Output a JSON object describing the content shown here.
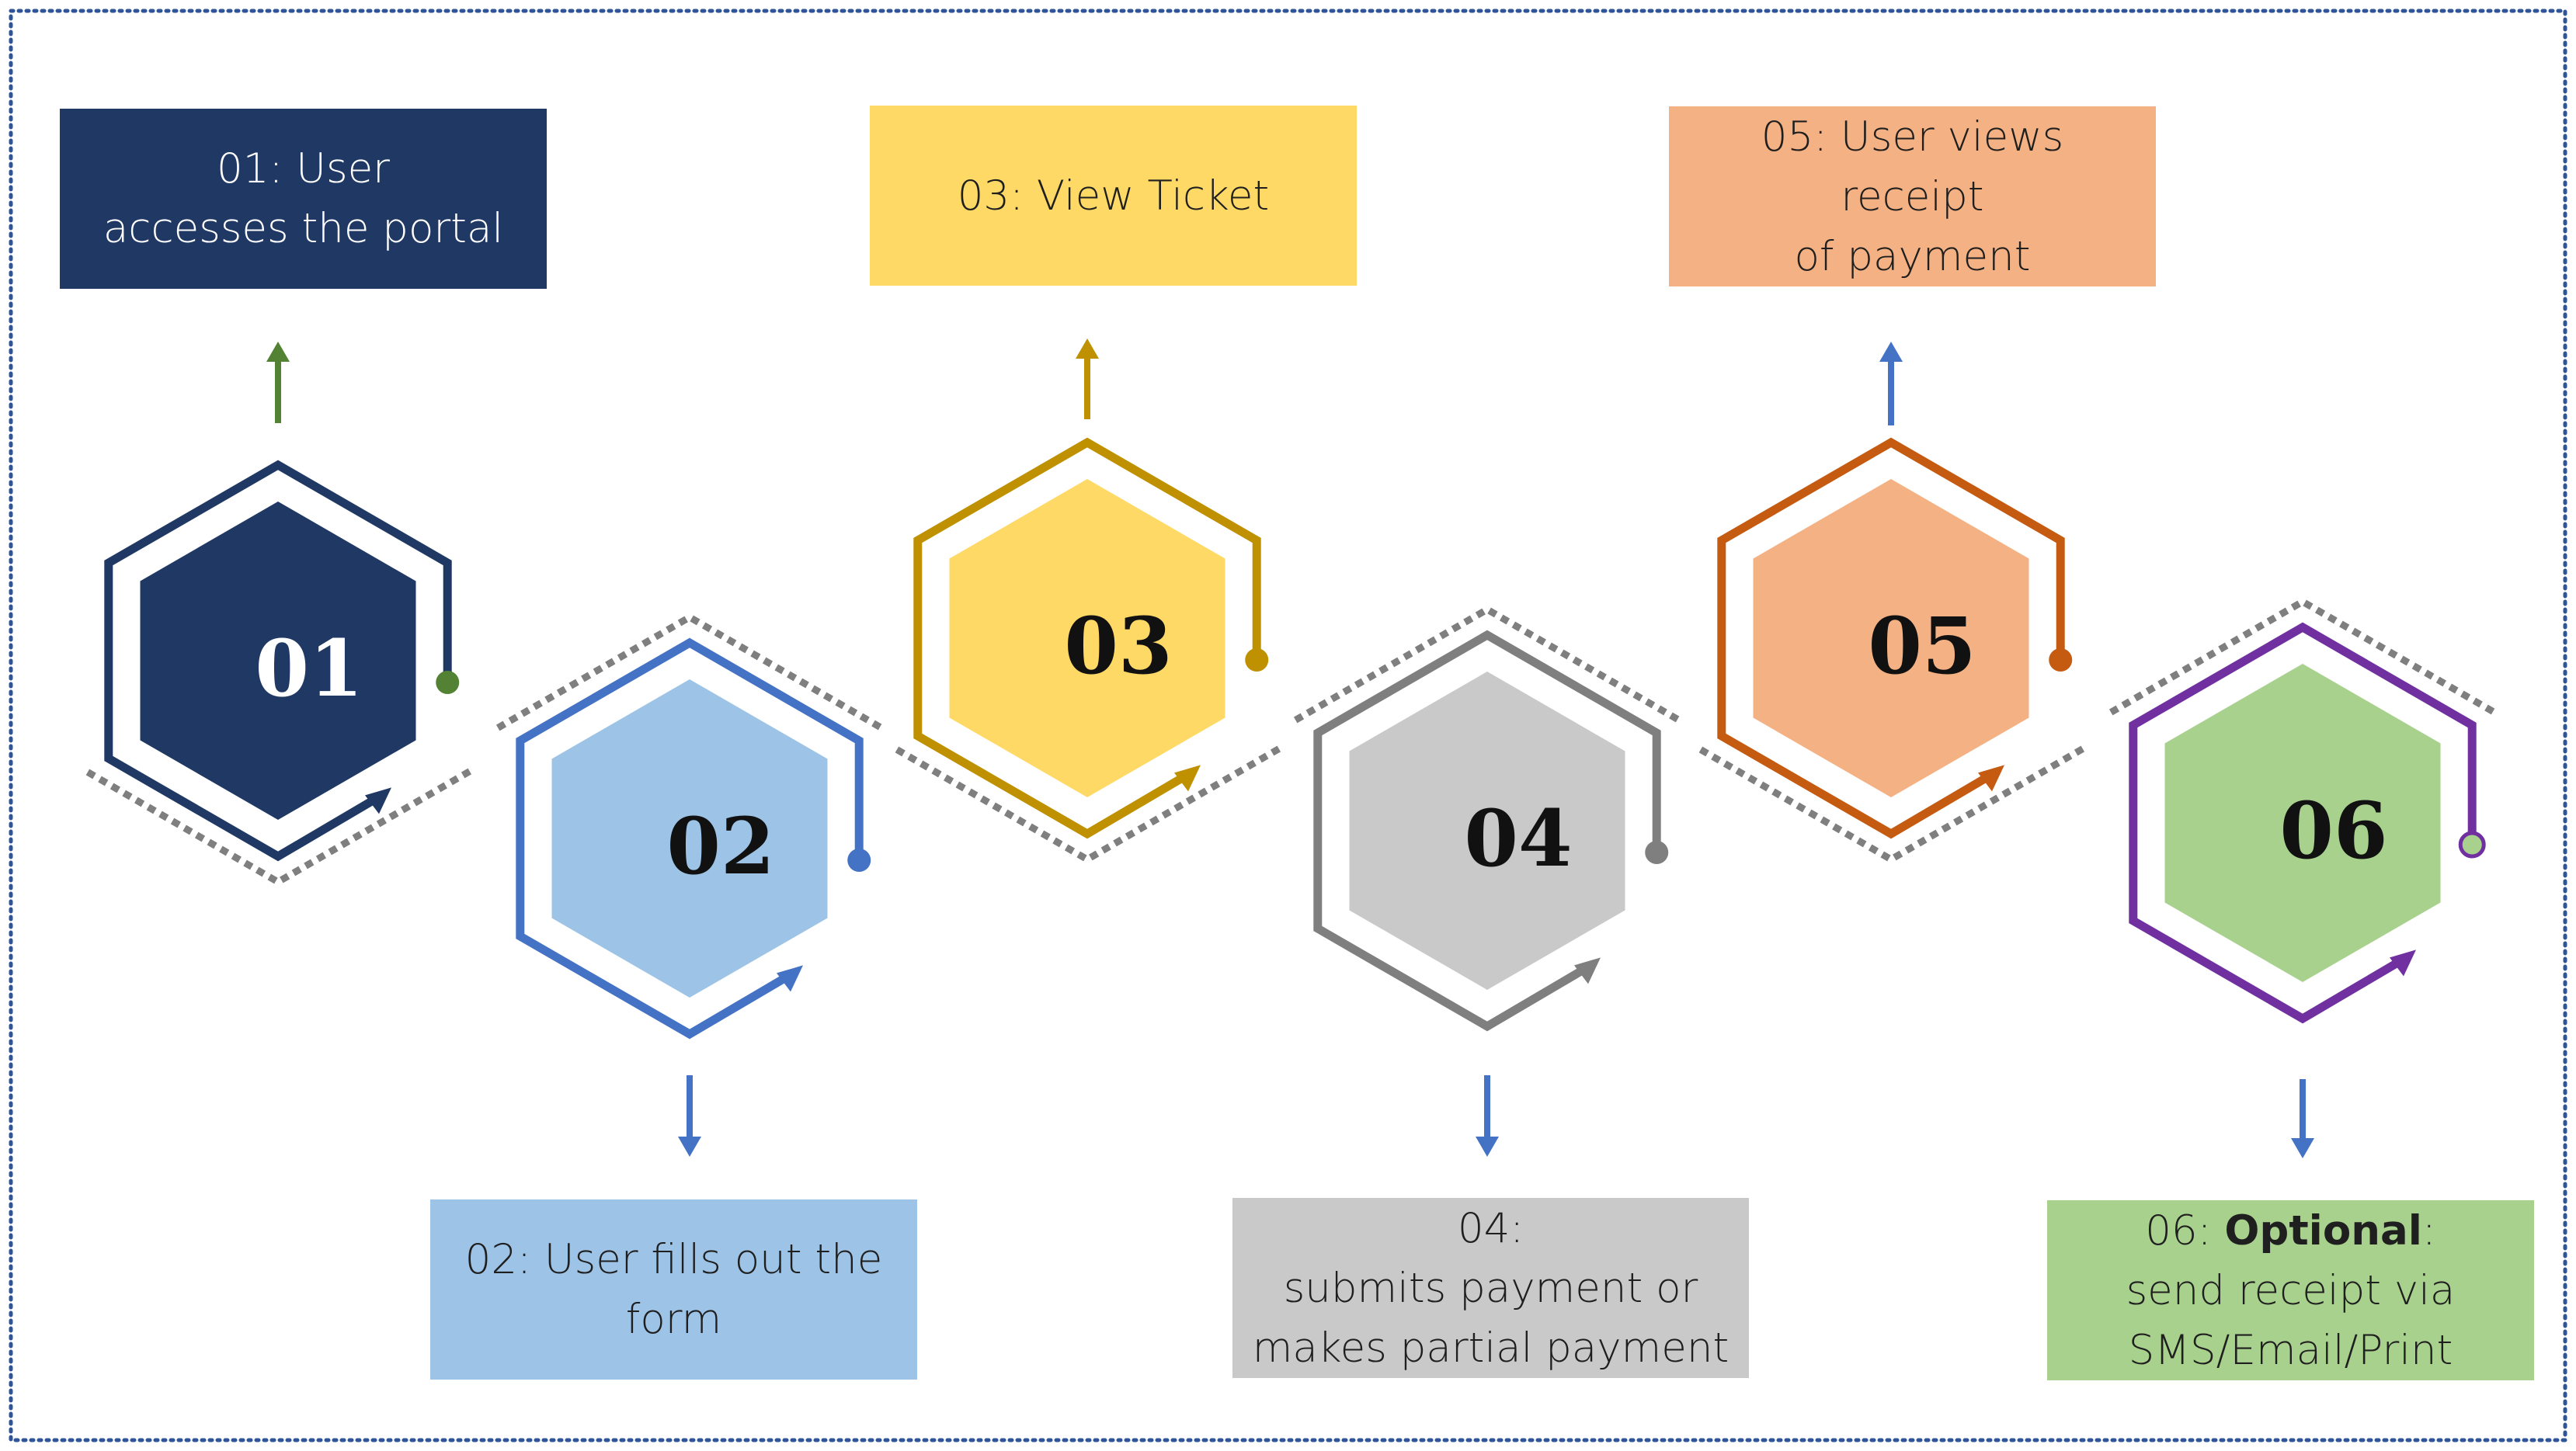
{
  "colors": {
    "navy": "#1f3864",
    "blue_line": "#4472c4",
    "blue_fill": "#9dc3e6",
    "gold_line": "#bf9000",
    "gold_fill": "#ffd966",
    "gray_line": "#7f7f7f",
    "gray_fill": "#c9c9c9",
    "orange_line": "#c55a11",
    "orange_fill": "#f4b183",
    "purple_line": "#7030a0",
    "green_fill": "#a9d18e",
    "green_arrow": "#548235",
    "dotted": "#7f7f7f",
    "border": "#2f5597"
  },
  "steps": [
    {
      "number": "01",
      "label_lines": [
        "01: User",
        "accesses the portal"
      ]
    },
    {
      "number": "02",
      "label_lines": [
        "02: User fills out the",
        "form"
      ]
    },
    {
      "number": "03",
      "label_lines": [
        "03: View Ticket"
      ]
    },
    {
      "number": "04",
      "label_lines": [
        "04:",
        "submits payment or",
        "makes partial payment"
      ]
    },
    {
      "number": "05",
      "label_lines": [
        "05: User views receipt",
        "of payment"
      ]
    },
    {
      "number": "06",
      "label_prefix": "06: ",
      "label_bold": "Optional",
      "label_suffix": ":",
      "label_lines": [
        "send receipt via",
        "SMS/Email/Print"
      ]
    }
  ]
}
